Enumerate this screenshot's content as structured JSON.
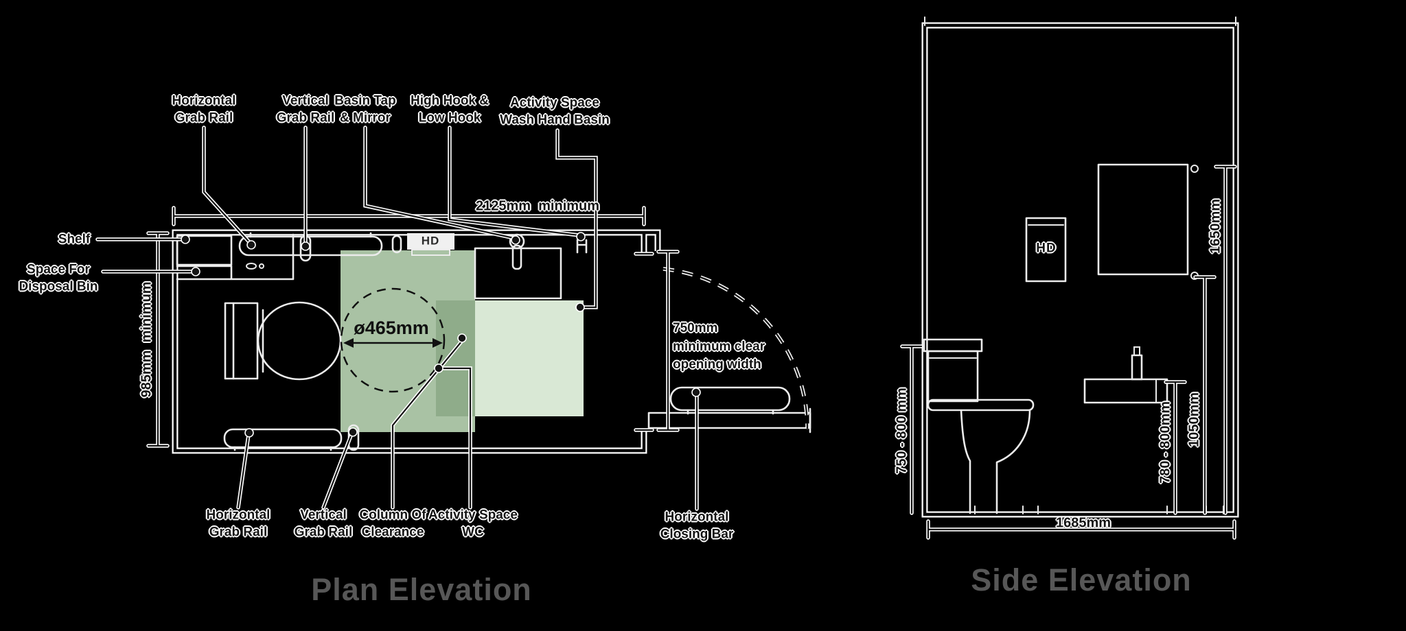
{
  "diagram": {
    "background_color": "#000000",
    "annotation_color": "#141414",
    "outline_color": "#ffffff",
    "drawing_line_color": "#ececec",
    "title_color": "#575757",
    "green_activity_wc": "#a9c2a4",
    "green_activity_basin": "#d9e8d5",
    "green_overlap_column": "#8fac8a"
  },
  "plan": {
    "title": "Plan Elevation",
    "hand_dryer_label": "HD",
    "top_labels": [
      {
        "id": "horizontal-grab-rail",
        "text": "Horizontal\nGrab Rail"
      },
      {
        "id": "vertical-grab-rail",
        "text": "Vertical\nGrab Rail"
      },
      {
        "id": "basin-tap-mirror",
        "text": "Basin Tap\n& Mirror"
      },
      {
        "id": "high-low-hook",
        "text": "High Hook &\nLow Hook"
      },
      {
        "id": "activity-space-wash-hand-basin",
        "text": "Activity Space\nWash Hand Basin"
      }
    ],
    "left_labels": [
      {
        "id": "shelf",
        "text": "Shelf"
      },
      {
        "id": "space-for-disposal-bin",
        "text": "Space For\nDisposal Bin"
      }
    ],
    "bottom_labels": [
      {
        "id": "horizontal-grab-rail-bottom",
        "text": "Horizontal\nGrab Rail"
      },
      {
        "id": "vertical-grab-rail-bottom",
        "text": "Vertical\nGrab Rail"
      },
      {
        "id": "column-of-clearance",
        "text": "Column Of\nClearance"
      },
      {
        "id": "activity-space-wc",
        "text": "Activity Space\nWC"
      },
      {
        "id": "horizontal-closing-bar",
        "text": "Horizontal\nClosing Bar"
      }
    ],
    "dimensions": {
      "room_width": "2125mm  minimum",
      "room_depth": "985mm  minimum",
      "turning_circle_diameter": "ø465mm",
      "door_opening": "750mm\nminimum clear\nopening width"
    }
  },
  "side": {
    "title": "Side Elevation",
    "hand_dryer_label": "HD",
    "dimensions": {
      "overall_width": "1685mm",
      "mirror_top_height": "1650mm",
      "mirror_bottom_height": "1050mm",
      "basin_rim_height": "780 - 800mm",
      "cistern_height": "750 - 800 mm"
    }
  }
}
